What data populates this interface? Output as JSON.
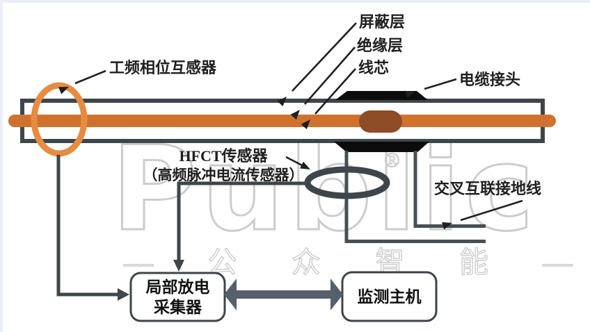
{
  "colors": {
    "edge_strip": "#e9eef7",
    "dark": "#3e464a",
    "cable_shield": "#3e464a",
    "core_orange": "#d0722e",
    "ring_orange": "#e68c42",
    "joint_black": "#0c0c0c",
    "ferrule_brown": "#8e4c27",
    "wire_dark": "#474f54",
    "arrow_gray": "#57606a",
    "box_border": "#3f4347",
    "label_text": "#1f1f1f",
    "watermark_gray": "#cccccc"
  },
  "labels": {
    "phase_ct": "工频相位互感器",
    "shield_layer": "屏蔽层",
    "insulation_layer": "绝缘层",
    "core": "线芯",
    "cable_joint": "电缆接头",
    "hfct_line1": "HFCT传感器",
    "hfct_line2": "（高频脉冲电流传感器）",
    "cross_bond_ground": "交叉互联接地线"
  },
  "boxes": {
    "pd_collector": {
      "line1": "局部放电",
      "line2": "采集器"
    },
    "monitor_host": {
      "label": "监测主机"
    }
  },
  "watermark": {
    "logo_text": "Public",
    "cn_text": "— 公 众 智 能 —",
    "reg_mark": "®"
  }
}
